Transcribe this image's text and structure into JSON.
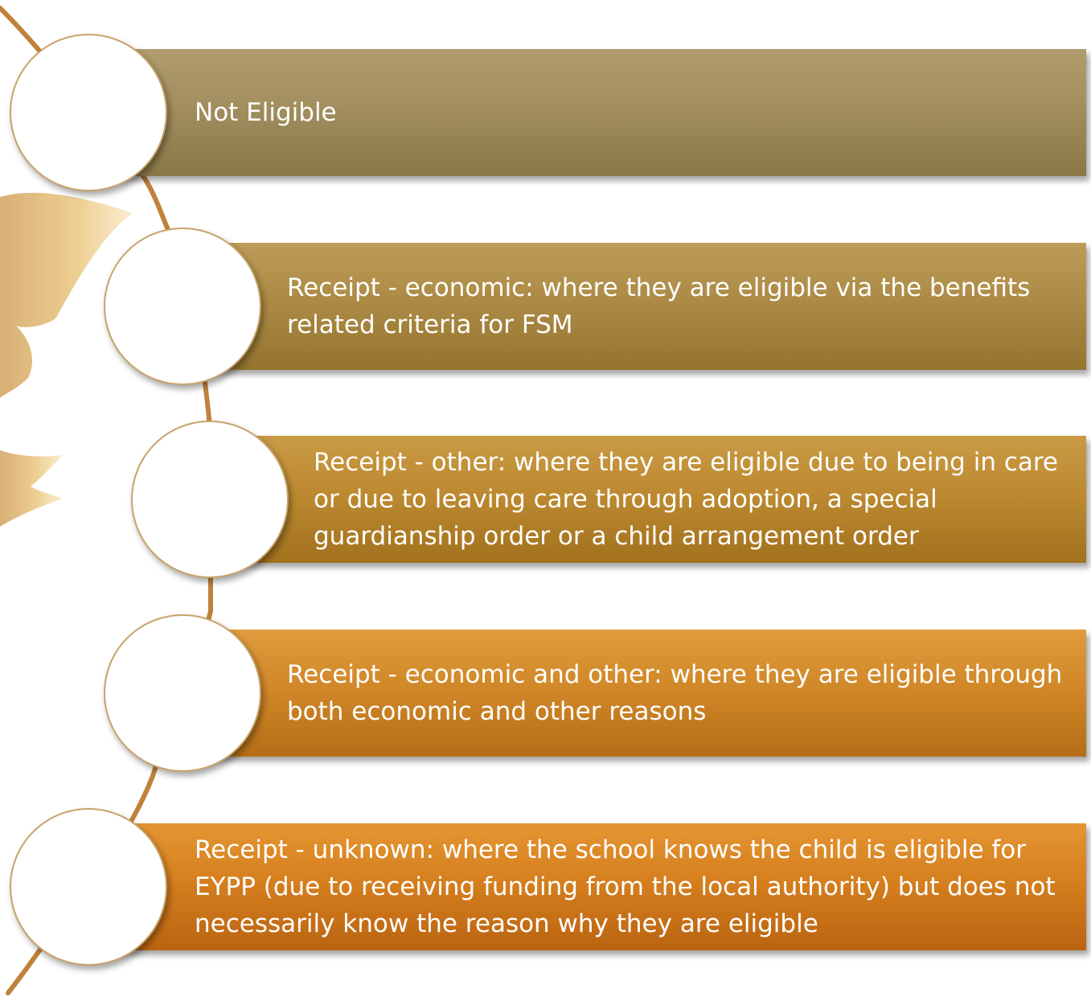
{
  "items": [
    {
      "text": "Not Eligible"
    },
    {
      "text": "Receipt - economic: where they are eligible via the benefits related criteria for FSM"
    },
    {
      "text": "Receipt - other: where they are eligible due to being in care or due to leaving care through adoption, a special guardianship order or a child arrangement order"
    },
    {
      "text": "Receipt - economic and other: where they are eligible through both economic and other reasons"
    },
    {
      "text": "Receipt - unknown: where the school knows the child is eligible for EYPP (due to receiving funding from the local authority) but does not necessarily know the reason why they are eligible"
    }
  ],
  "colors": {
    "connector": "#c0823b",
    "bar_1": "#a28e5e",
    "bar_2": "#ad8b46",
    "bar_3": "#bd8a31",
    "bar_4": "#d18829",
    "bar_5": "#d67f1e",
    "decor": "#e2b662"
  }
}
